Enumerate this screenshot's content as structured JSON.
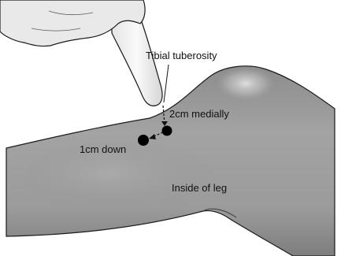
{
  "labels": {
    "tibial_tuberosity": "Tibial tuberosity",
    "medially": "2cm medially",
    "down": "1cm down",
    "inside_of_leg": "Inside of leg"
  },
  "colors": {
    "leg_fill": "#9a9a9a",
    "finger_fill": "#f2f2f2",
    "outline": "#1a1a1a",
    "point": "#000000"
  },
  "icons": {
    "arrow": "dashed-arrow"
  }
}
